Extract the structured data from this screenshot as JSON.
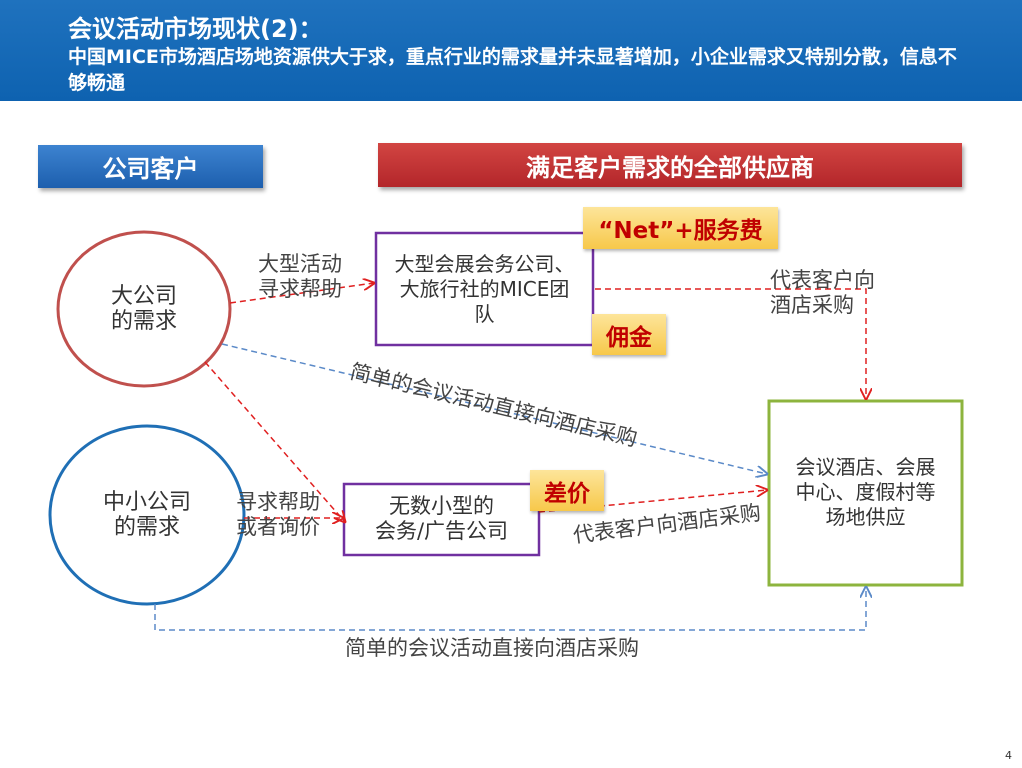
{
  "header": {
    "title": "会议活动市场现状(2)：",
    "subtitle": "中国MICE市场酒店场地资源供大于求，重点行业的需求量并未显著增加，小企业需求又特别分散，信息不够畅通"
  },
  "banners": {
    "clients": "公司客户",
    "suppliers": "满足客户需求的全部供应商"
  },
  "nodes": {
    "large_company": [
      "大公司",
      "的需求"
    ],
    "sme": [
      "中小公司",
      "的需求"
    ],
    "mice_team": [
      "大型会展会务公司、",
      "大旅行社的MICE团",
      "队"
    ],
    "small_agency": [
      "无数小型的",
      "会务/广告公司"
    ],
    "venue_supply": [
      "会议酒店、会展",
      "中心、度假村等",
      "场地供应"
    ]
  },
  "tags": {
    "net_fee": "“Net”+服务费",
    "commission": "佣金",
    "price_diff": "差价"
  },
  "edge_labels": {
    "seek_help_large": [
      "大型活动",
      "寻求帮助"
    ],
    "represent_top": [
      "代表客户向",
      "酒店采购"
    ],
    "direct_diag": "简单的会议活动直接向酒店采购",
    "seek_help_sme": [
      "寻求帮助",
      "或者询价"
    ],
    "represent_mid": "代表客户向酒店采购",
    "direct_bottom": "简单的会议活动直接向酒店采购"
  },
  "colors": {
    "header_bg": "#1467b5",
    "banner_blue": "#2a6ebf",
    "banner_red": "#c0302f",
    "circle_red": "#c0504d",
    "circle_blue": "#1f6fb5",
    "box_purple": "#7030a0",
    "box_green": "#8db43e",
    "arrow_red": "#e02020",
    "arrow_blue": "#5b8ac8",
    "tag_text": "#c00000"
  },
  "page_number": "4"
}
